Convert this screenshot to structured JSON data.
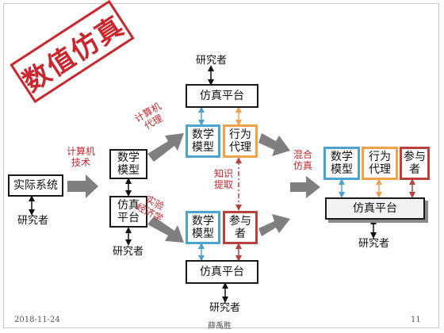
{
  "stamp_title": "数值仿真",
  "boxes": {
    "real_system": "实际系统",
    "left_math_model": "数学\n模型",
    "left_platform": "仿真\n平台",
    "top_platform": "仿真平台",
    "top_math_model": "数学\n模型",
    "top_agent": "行为\n代理",
    "bottom_math_model": "数学\n模型",
    "bottom_participant": "参与\n者",
    "bottom_platform": "仿真平台",
    "right_math_model": "数学\n模型",
    "right_agent": "行为\n代理",
    "right_participant": "参与\n者",
    "right_platform": "仿真平台"
  },
  "labels": {
    "computer_tech": "计算机\n技术",
    "computer_agent": "计算机\n代理",
    "experimental_econ": "实验\n经济学",
    "knowledge_extraction": "知识\n提取",
    "hybrid_simulation": "混合\n仿真"
  },
  "researcher": "研究者",
  "footer": {
    "date": "2018-11-24",
    "author": "薛禹胜",
    "page": "11"
  },
  "colors": {
    "red": "#c9272d",
    "blue": "#4aa4cf",
    "orange": "#f0a24a",
    "dark_red": "#b8403d",
    "arrow_gray": "#7f7f7f"
  }
}
